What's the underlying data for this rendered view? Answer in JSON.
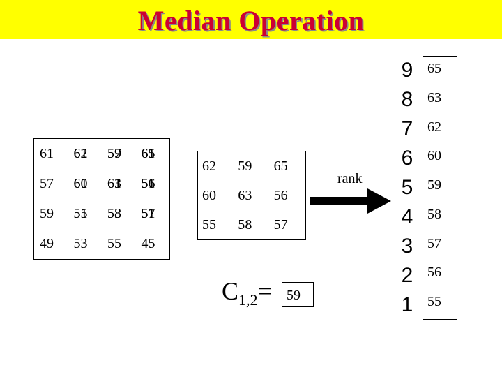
{
  "title": "Median Operation",
  "input_grid": [
    [
      {
        "front": "61",
        "back": ""
      },
      {
        "front": "62",
        "back": "61"
      },
      {
        "front": "59",
        "back": "57"
      },
      {
        "front": "65",
        "back": "61"
      }
    ],
    [
      {
        "front": "57",
        "back": ""
      },
      {
        "front": "60",
        "back": "61"
      },
      {
        "front": "63",
        "back": "61"
      },
      {
        "front": "56",
        "back": "51"
      }
    ],
    [
      {
        "front": "59",
        "back": ""
      },
      {
        "front": "55",
        "back": "51"
      },
      {
        "front": "58",
        "back": "53"
      },
      {
        "front": "57",
        "back": "51"
      }
    ],
    [
      {
        "front": "49",
        "back": ""
      },
      {
        "front": "53",
        "back": ""
      },
      {
        "front": "55",
        "back": ""
      },
      {
        "front": "45",
        "back": ""
      }
    ]
  ],
  "window_grid": [
    [
      "62",
      "59",
      "65"
    ],
    [
      "60",
      "63",
      "56"
    ],
    [
      "55",
      "58",
      "57"
    ]
  ],
  "rank_label": "rank",
  "ranks": [
    "9",
    "8",
    "7",
    "6",
    "5",
    "4",
    "3",
    "2",
    "1"
  ],
  "sorted_values": [
    "65",
    "63",
    "62",
    "60",
    "59",
    "58",
    "57",
    "56",
    "55"
  ],
  "result": {
    "symbol": "C",
    "subscript": "1,2",
    "equals": "=",
    "value": "59"
  },
  "colors": {
    "title_bar": "#ffff00",
    "title_text": "#cc0033"
  }
}
